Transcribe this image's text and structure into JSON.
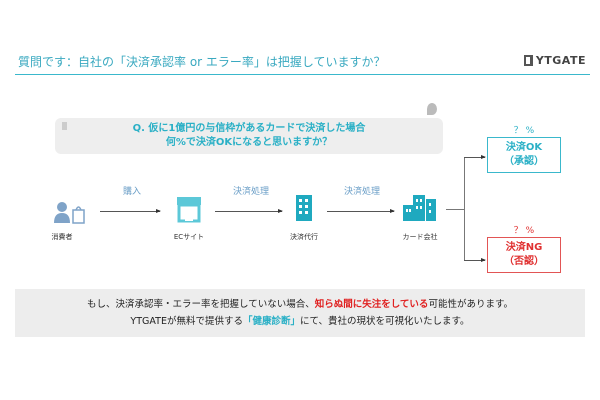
{
  "header": {
    "title": "質問です：自社の「決済承認率 or エラー率」は把握していますか？",
    "logo": "YTGATE"
  },
  "question": {
    "line1": "Q. 仮に1億円の与信枠があるカードで決済した場合",
    "line2": "何%で決済OKになると思いますか？"
  },
  "flow": {
    "nodes": [
      {
        "label": "消費者",
        "icon": "person-bag-icon"
      },
      {
        "label": "ECサイト",
        "icon": "storefront-icon"
      },
      {
        "label": "決済代行",
        "icon": "building-icon"
      },
      {
        "label": "カード会社",
        "icon": "buildings-icon"
      }
    ],
    "edges": [
      "購入",
      "決済処理",
      "決済処理"
    ]
  },
  "outcomes": {
    "ok": {
      "pct": "？ %",
      "line1": "決済OK",
      "line2": "（承認）",
      "color": "#3ab8cc"
    },
    "ng": {
      "pct": "？ %",
      "line1": "決済NG",
      "line2": "（否認）",
      "color": "#e25555"
    }
  },
  "bottom": {
    "l1a": "もし、決済承認率・エラー率を把握していない場合、",
    "l1b": "知らぬ間に失注をしている",
    "l1c": "可能性があります。",
    "l2a": "YTGATEが無料で提供する",
    "l2b": "「健康診断」",
    "l2c": "にて、貴社の現状を可視化いたします。"
  }
}
